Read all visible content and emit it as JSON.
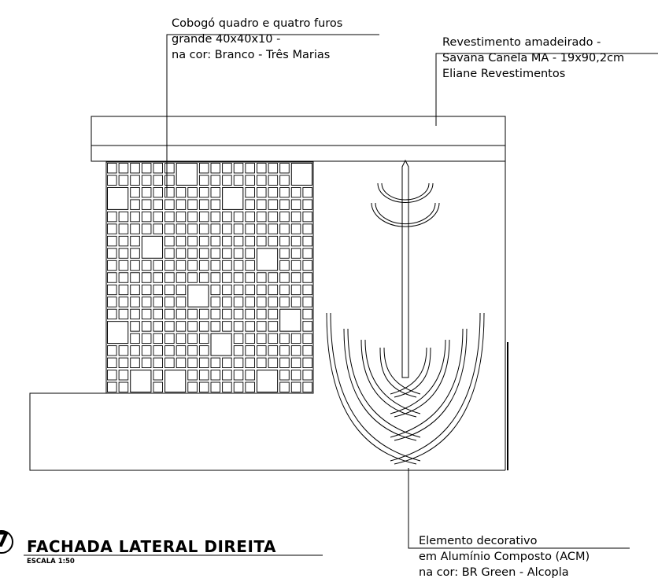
{
  "annotations": {
    "cobogo": {
      "line1": "Cobogó quadro e quatro furos",
      "line2": "grande 40x40x10 -",
      "line3": "na cor: Branco - Três Marias"
    },
    "revestimento": {
      "line1": "Revestimento amadeirado -",
      "line2": "Savana Canela MA - 19x90,2cm",
      "line3": "Eliane Revestimentos"
    },
    "elemento": {
      "line1": "Elemento decorativo",
      "line2": "em Alumínio Composto (ACM)",
      "line3": "na cor: BR Green - Alcopla"
    }
  },
  "title_block": {
    "number": "7",
    "title": "FACHADA LATERAL DIREITA",
    "scale": "ESCALA 1:50"
  },
  "colors": {
    "line": "#000000",
    "background": "#ffffff"
  }
}
